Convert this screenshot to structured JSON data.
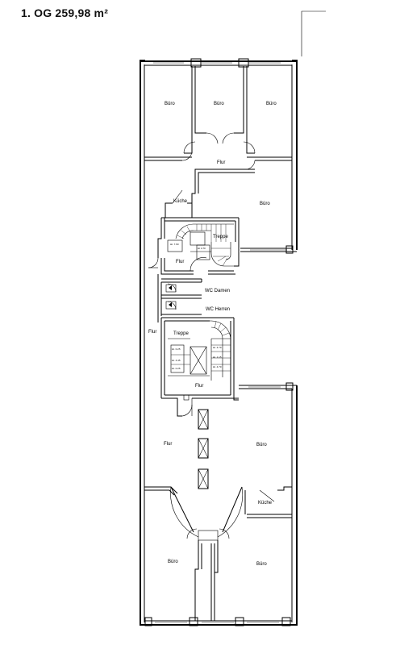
{
  "header": {
    "title": "1. OG  259,98 m²"
  },
  "rooms": {
    "buero_top_left": "Büro",
    "buero_top_mid": "Büro",
    "buero_top_right": "Büro",
    "flur_top": "Flur",
    "kueche_top": "Küche",
    "buero_right_upper": "Büro",
    "treppe_upper": "Treppe",
    "flur_stair_upper": "Flur",
    "wc_damen": "WC Damen",
    "wc_herren": "WC Herren",
    "flur_left": "Flur",
    "treppe_lower": "Treppe",
    "flur_stair_lower": "Flur",
    "flur_lower": "Flur",
    "buero_right_lower": "Büro",
    "kueche_bottom": "Küche",
    "buero_bottom_left": "Büro",
    "buero_bottom_right": "Büro"
  }
}
